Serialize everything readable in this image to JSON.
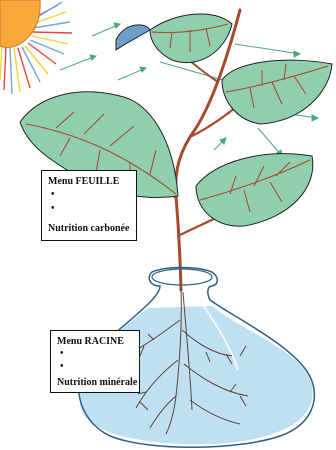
{
  "menu_feuille": {
    "title": "Menu FEUILLE",
    "bullet_1": "•",
    "bullet_2": "•",
    "footer": "Nutrition carbonée"
  },
  "menu_racine": {
    "title": "Menu RACINE",
    "bullet_1": "•",
    "bullet_2": "•",
    "footer": "Nutrition minérale"
  },
  "colors": {
    "sun_fill": "#f4a93a",
    "sun_ray_red": "#e8463c",
    "sun_ray_blue": "#6fa9d8",
    "sun_ray_yellow": "#f2d23a",
    "leaf_fill": "#8fcfae",
    "leaf_vein": "#a8452a",
    "stem": "#a64a2e",
    "arrow": "#4aa87a",
    "water": "#bfe0f2",
    "vase_outline": "#2f5f86"
  }
}
